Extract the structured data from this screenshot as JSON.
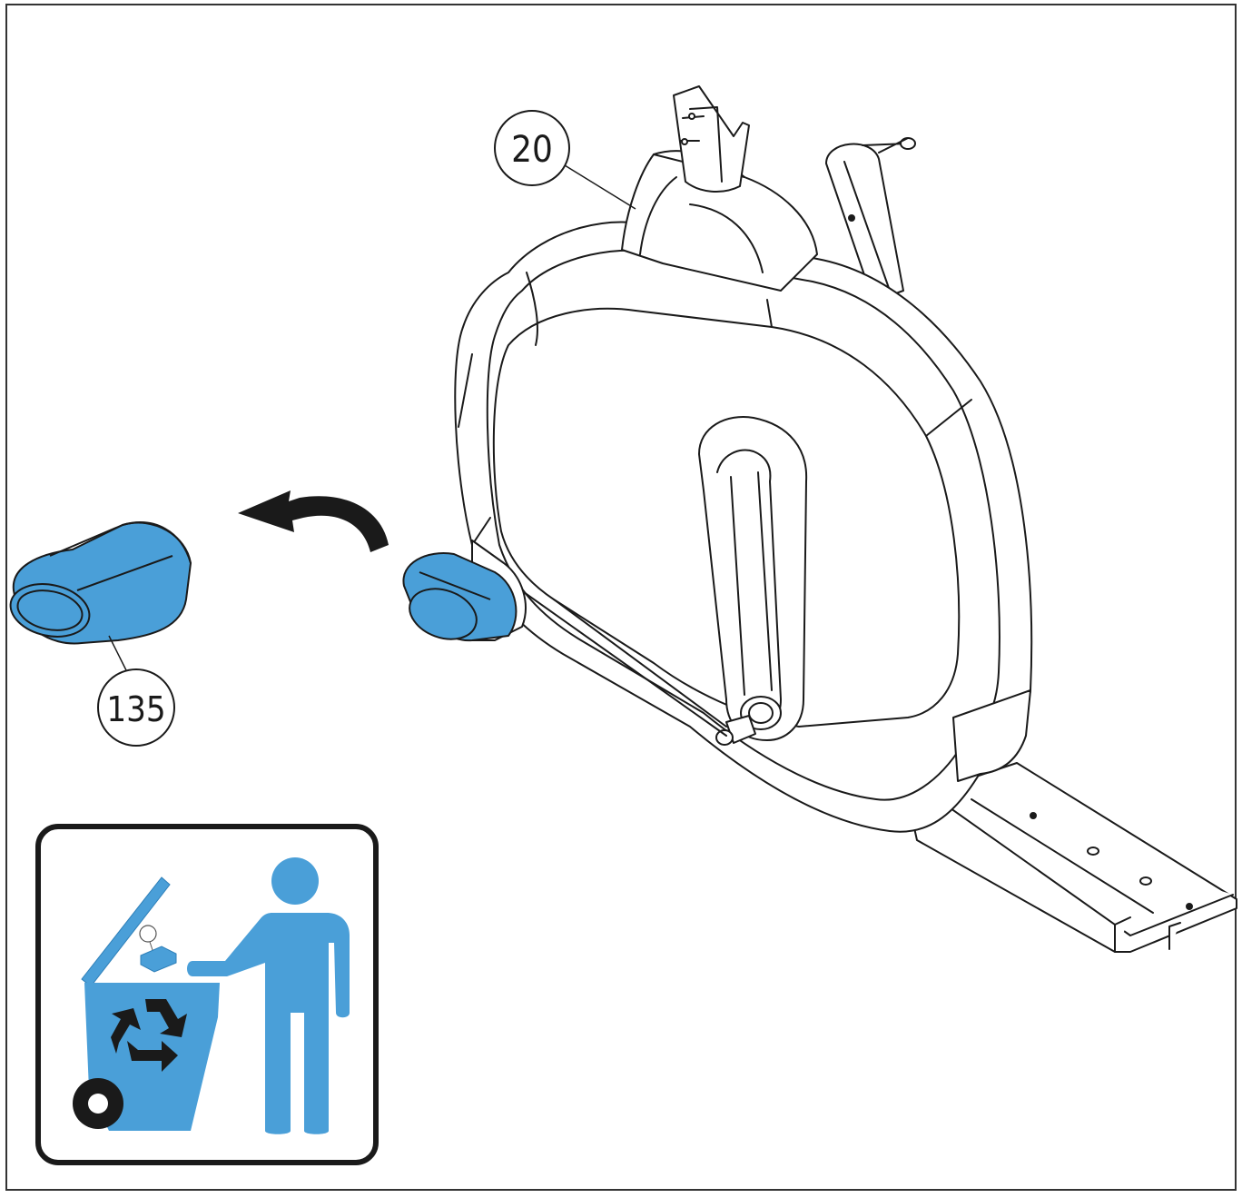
{
  "callouts": {
    "housing_part": "20",
    "end_cap_part": "135"
  },
  "colors": {
    "highlight": "#4a9fd8",
    "highlight_dark": "#2e7fb8",
    "line": "#1a1a1a",
    "background": "#ffffff"
  },
  "icons": {
    "arrow": "curved-arrow-left",
    "disposal": "recycle-bin-person"
  }
}
